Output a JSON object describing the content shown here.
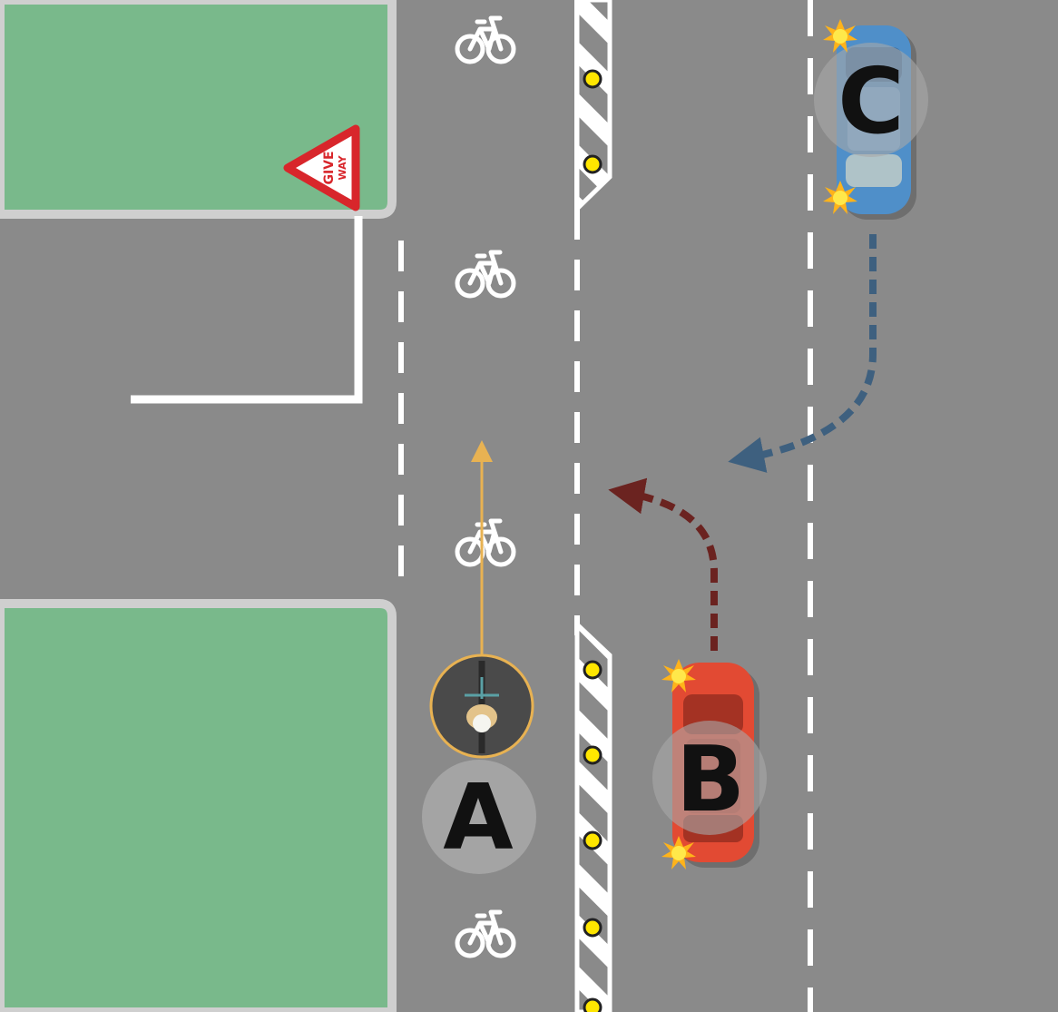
{
  "sign": {
    "line1": "GIVE",
    "line2": "WAY"
  },
  "labels": {
    "a": "A",
    "b": "B",
    "c": "C"
  },
  "colors": {
    "grass": "#79b98b",
    "road": "#8a8a8a",
    "curb": "#cfcfcf",
    "marking": "#ffffff",
    "reflector": "#ffe600",
    "car_b": "#e24a33",
    "car_c": "#4f8fc9",
    "path_b": "#6b2320",
    "path_c": "#3e607f",
    "cyclist_path": "#e8b252",
    "indicator": "#ffb31a",
    "sign_red": "#d8262b"
  },
  "icons": [
    "bicycle-icon",
    "give-way-sign-icon",
    "indicator-light-icon",
    "cyclist-icon",
    "car-icon"
  ]
}
